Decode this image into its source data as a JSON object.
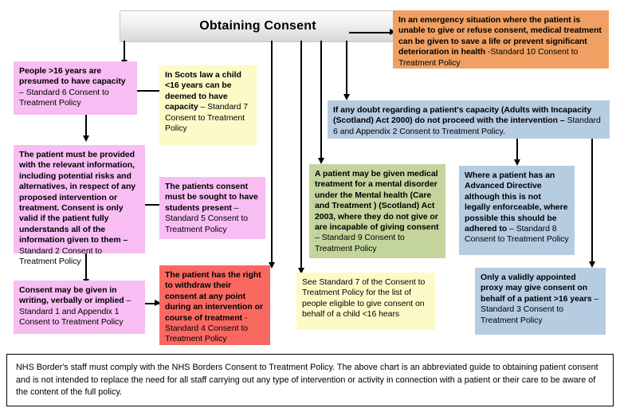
{
  "title": "Obtaining Consent",
  "nodes": {
    "emergency": {
      "bold": "In an emergency situation where the patient is unable to give or refuse consent, medical treatment can be given to save a life or prevent significant deterioration in health ",
      "plain": "-Standard 10 Consent to Treatment Policy",
      "color": "#efa062"
    },
    "over16_capacity": {
      "bold": "People >16 years are presumed to have capacity ",
      "plain": "– Standard 6 Consent to Treatment Policy",
      "color": "#f8bdf3"
    },
    "scots_law_child": {
      "bold": "In Scots law a child <16 years can be deemed to have capacity ",
      "plain": "– Standard 7 Consent to Treatment Policy",
      "color": "#fcfbc8"
    },
    "any_doubt_capacity": {
      "bold": "If any doubt regarding a patient's capacity (Adults with Incapacity (Scotland) Act 2000) do not proceed with the intervention – ",
      "plain": "Standard 6 and Appendix 2 Consent to Treatment Policy.",
      "color": "#b6cce1"
    },
    "relevant_information": {
      "bold": "The patient must be provided with the relevant information, including potential risks and alternatives, in respect of any proposed intervention or treatment.  Consent is only valid if the patient fully understands all of the information given to them – ",
      "plain": "Standard 2 Consent to Treatment Policy",
      "color": "#f8bdf3"
    },
    "students_present": {
      "bold": "The patients consent must be sought to have students present ",
      "plain": "– Standard 5 Consent to Treatment Policy",
      "color": "#f8bdf3"
    },
    "mental_disorder": {
      "bold": "A patient may be given medical treatment for a mental disorder under the Mental health (Care and Treatment ) (Scotland) Act 2003, where they do not give or are incapable of giving consent ",
      "plain": "– Standard 9 Consent to Treatment Policy",
      "color": "#c3d59c"
    },
    "advanced_directive": {
      "bold": "Where a patient has an Advanced Directive although this is not legally enforceable, where possible this should be adhered to ",
      "plain": "– Standard 8 Consent to Treatment Policy",
      "color": "#b6cce1"
    },
    "consent_forms": {
      "bold": "Consent may be given in writing, verbally or implied ",
      "plain": "– Standard 1 and Appendix 1 Consent to Treatment Policy",
      "color": "#f8bdf3"
    },
    "withdraw_consent": {
      "bold": "The patient has the right to withdraw their consent at any point during an intervention or course of treatment ",
      "plain": "-Standard 4 Consent to Treatment Policy",
      "color": "#fa6862"
    },
    "see_standard7": {
      "bold": "",
      "plain": "See Standard 7 of the Consent to Treatment Policy for the list of people eligible to give consent on behalf of a child <16 hears",
      "color": "#fcfbc8"
    },
    "validly_appointed_proxy": {
      "bold": "Only a validly appointed proxy may give consent on behalf of a patient >16 years ",
      "plain": "– Standard 3 Consent to Treatment Policy",
      "color": "#b6cce1"
    }
  },
  "footer": "NHS Border's staff must comply with the NHS Borders Consent to Treatment Policy. The above chart is an abbreviated guide to obtaining patient consent and is not intended to replace the need for all staff carrying out any type of intervention or activity in connection with a patient or their care to be aware of the content of the full policy."
}
